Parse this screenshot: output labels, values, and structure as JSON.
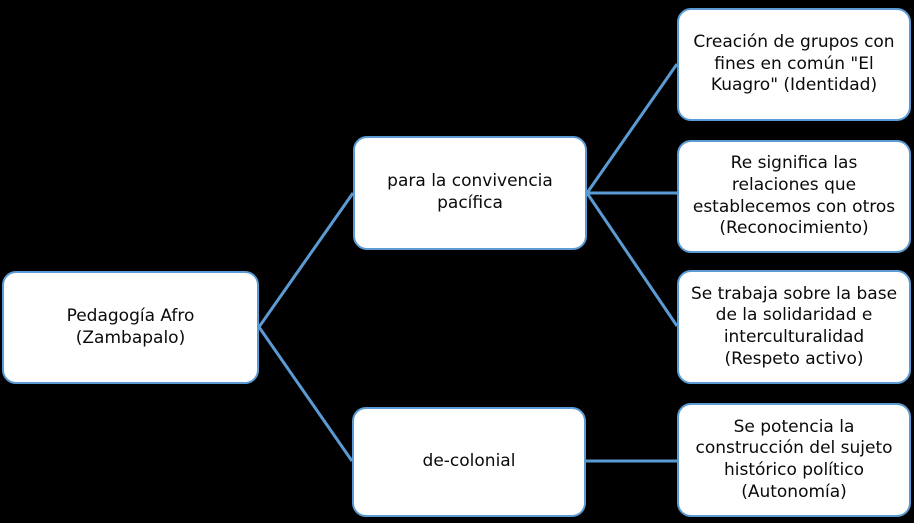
{
  "diagram": {
    "title": "Pedagogía Afro (Zambapalo)",
    "background_color": "#000000",
    "node_fill_color": "#FFFFFF",
    "node_border_color": "#5B9BD5",
    "connector_color": "#5B9BD5",
    "text_color": "#0A0A0A"
  },
  "nodes": {
    "root": {
      "label": "Pedagogía Afro (Zambapalo)"
    },
    "convivencia": {
      "label": "para la convivencia pacífica"
    },
    "decolonial": {
      "label": "de-colonial"
    },
    "kuagro": {
      "label": "Creación de grupos con fines en común \"El Kuagro\" (Identidad)"
    },
    "reconocimiento": {
      "label": "Re significa las relaciones que establecemos con otros (Reconocimiento)"
    },
    "respeto": {
      "label": "Se trabaja sobre la base de la solidaridad e interculturalidad (Respeto activo)"
    },
    "autonomia": {
      "label": "Se potencia la construcción del sujeto histórico político (Autonomía)"
    }
  },
  "edges": [
    {
      "from": "root",
      "to": "convivencia"
    },
    {
      "from": "root",
      "to": "decolonial"
    },
    {
      "from": "convivencia",
      "to": "kuagro"
    },
    {
      "from": "convivencia",
      "to": "reconocimiento"
    },
    {
      "from": "convivencia",
      "to": "respeto"
    },
    {
      "from": "decolonial",
      "to": "autonomia"
    }
  ]
}
